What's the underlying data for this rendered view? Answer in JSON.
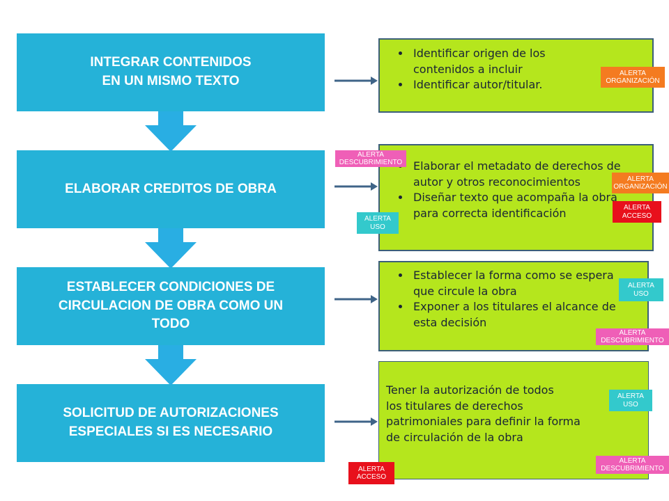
{
  "steps": [
    {
      "label": "INTEGRAR CONTENIDOS\n EN UN MISMO TEXTO"
    },
    {
      "label": "ELABORAR CREDITOS DE OBRA"
    },
    {
      "label": "ESTABLECER CONDICIONES DE\nCIRCULACION DE OBRA COMO UN\nTODO"
    },
    {
      "label": "SOLICITUD DE AUTORIZACIONES\nESPECIALES SI ES NECESARIO"
    }
  ],
  "details": [
    {
      "items": [
        "Identificar origen de los contenidos a incluir",
        "Identificar autor/titular."
      ]
    },
    {
      "items": [
        "Elaborar el metadato de derechos de autor y otros reconocimientos",
        "Diseñar texto que acompaña la obra para correcta identificación"
      ]
    },
    {
      "items": [
        "Establecer la forma como se espera que circule la obra",
        "Exponer a los titulares el alcance de esta decisión"
      ]
    },
    {
      "text": "Tener la autorización de todos\nlos titulares de derechos\npatrimoniales para definir la forma\n de circulación de la obra"
    }
  ],
  "alerts": {
    "organizacion": "ALERTA\nORGANIZACIÓN",
    "descubrimiento": "ALERTA\nDESCUBRIMIENTO",
    "uso": "ALERTA\nUSO",
    "acceso": "ALERTA\nACCESO"
  },
  "colors": {
    "step_fill": "#25b2d8",
    "detail_fill": "#b5e61d",
    "detail_border": "#3b5e7a",
    "arrow_down": "#29aee3",
    "arrow_right": "#3f6488",
    "alert_organizacion": "#f47b20",
    "alert_descubrimiento": "#ef5fb7",
    "alert_uso": "#33c9cc",
    "alert_acceso": "#e8101c"
  }
}
